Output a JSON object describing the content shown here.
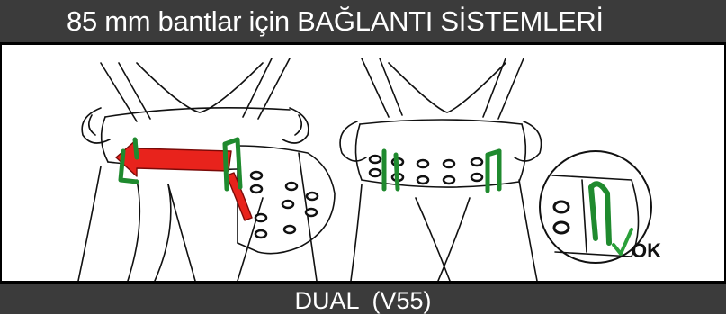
{
  "header": {
    "title": "85 mm bantlar için BAĞLANTI SİSTEMLERİ"
  },
  "figure": {
    "ok_label": "OK",
    "colors": {
      "buckle": "#1f8a2e",
      "strap_arrow": "#e8231c",
      "ok_check": "#2aa03a"
    }
  },
  "footer": {
    "label": "DUAL  (V55)"
  }
}
